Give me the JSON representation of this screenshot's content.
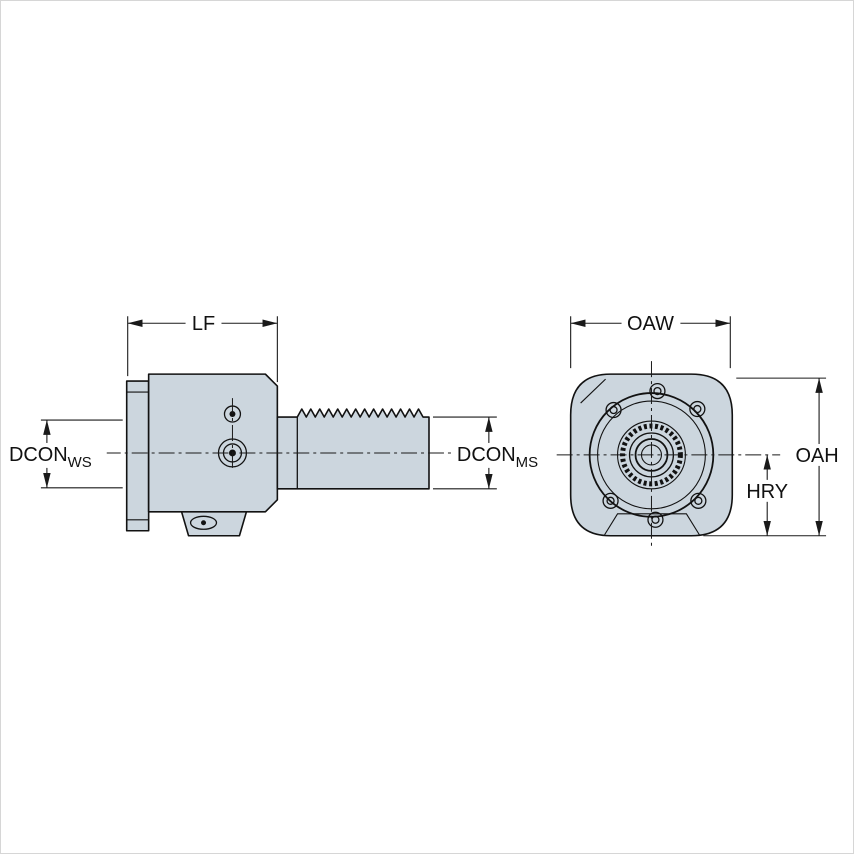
{
  "diagram": {
    "type": "technical-drawing",
    "views": {
      "left": "side-view",
      "right": "front-view"
    },
    "labels": {
      "lf": "LF",
      "oaw": "OAW",
      "dcon": "DCON",
      "ws_sub": "WS",
      "ms_sub": "MS",
      "oah": "OAH",
      "hry": "HRY"
    },
    "colors": {
      "body_fill": "#ccd6de",
      "outline": "#121212",
      "dim": "#1a1a1a",
      "background": "#ffffff",
      "border": "#d6d6d6"
    }
  }
}
